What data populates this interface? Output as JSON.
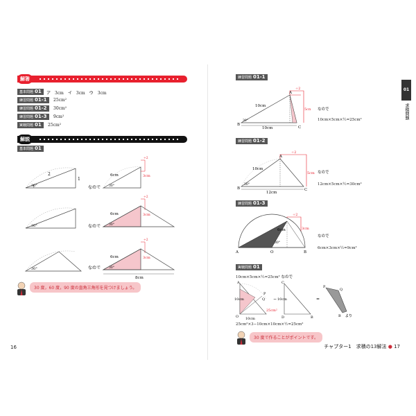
{
  "left": {
    "kotae_band": {
      "label": "解答",
      "color": "#e8202e"
    },
    "kotae_rows": [
      {
        "tag": "基本問題",
        "num": "01",
        "answer": "ア　3cm　イ　3cm　ウ　3cm"
      },
      {
        "tag": "練習問題",
        "num": "01-1",
        "answer": "25cm²"
      },
      {
        "tag": "練習問題",
        "num": "01-2",
        "answer": "30cm²"
      },
      {
        "tag": "練習問題",
        "num": "01-3",
        "answer": "9cm²"
      },
      {
        "tag": "実戦問題",
        "num": "01",
        "answer": "25cm²"
      }
    ],
    "kaisetsu_band": {
      "label": "解説",
      "color": "#111111"
    },
    "kaisetsu_tag": {
      "tag": "基本問題",
      "num": "01"
    },
    "nanode": "なので",
    "fig1": {
      "hyp": "2",
      "side": "1",
      "angle": "30°",
      "b_len": "6cm",
      "b_half": "÷2",
      "b_side": "3cm"
    },
    "fig2": {
      "angle": "30°",
      "b_len": "6cm",
      "b_half": "÷2",
      "b_side": "3cm"
    },
    "fig3": {
      "angle": "30°",
      "b_len": "6cm",
      "b_half": "÷2",
      "b_side": "3cm",
      "base": "8cm"
    },
    "bubble": "30 度，60 度，90 度の直角三角形を見つけましょう。",
    "page_number": "16"
  },
  "right": {
    "section_tab": "01",
    "section_side": "求積問題",
    "p1": {
      "tag": "練習問題",
      "num": "01-1",
      "half": "÷2",
      "hyp": "10cm",
      "side": "5cm",
      "base": "10cm",
      "angle": "30°",
      "A": "A",
      "B": "B",
      "C": "C",
      "nanode": "なので",
      "formula": "10cm×5cm×½=25cm²"
    },
    "p2": {
      "tag": "練習問題",
      "num": "01-2",
      "half": "÷2",
      "hyp": "10cm",
      "side": "5cm",
      "base": "12cm",
      "angle": "30°",
      "A": "A",
      "B": "B",
      "C": "C",
      "nanode": "なので",
      "formula": "12cm×5cm×½=30cm²"
    },
    "p3": {
      "tag": "練習問題",
      "num": "01-3",
      "half": "÷2",
      "radius": "6cm",
      "side": "3cm",
      "angle": "30°",
      "A": "A",
      "O": "O",
      "B": "B",
      "nanode": "なので",
      "formula": "6cm×3cm×½=9cm²"
    },
    "p4": {
      "tag": "実戦問題",
      "num": "01",
      "formula1": "10cm×5cm×½=25cm²",
      "nanode": "なので",
      "len1": "10cm",
      "len2": "10cm",
      "len3": "10cm",
      "area": "25cm²",
      "A": "A",
      "B": "B",
      "C": "C",
      "D": "D",
      "O": "O",
      "P": "P",
      "Q": "Q",
      "yori": "より",
      "formula2": "25cm²×3−10cm×10cm×½=25cm²"
    },
    "bubble": "30 度で作ることがポイントです。",
    "footer_chapter": "チャプター1　求積の13解法",
    "footer_sep": "●",
    "page_number": "17"
  },
  "colors": {
    "red": "#e8202e",
    "pink": "#f5c6cc",
    "gray_tag": "#555555"
  }
}
